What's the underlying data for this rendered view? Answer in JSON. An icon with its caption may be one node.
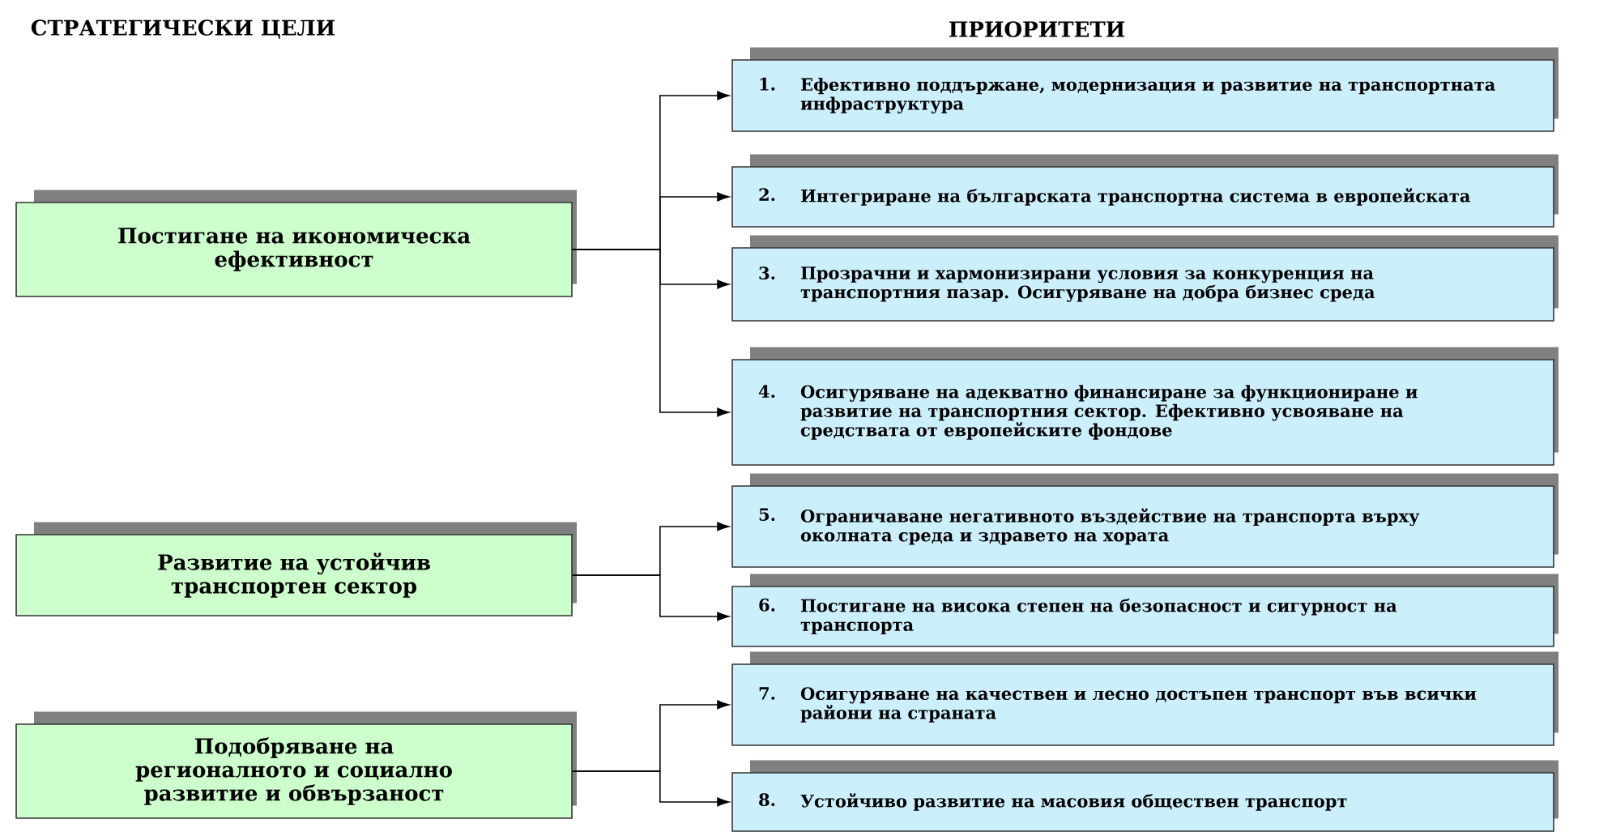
{
  "diagram": {
    "nodes": [
      {
        "text": [
          "Постигане на икономическа ефективност"
        ]
      },
      {
        "text": [
          "1.",
          "Ефективно поддържане, модернизация и развитие на транспортната инфраструктура"
        ]
      },
      {
        "text": [
          "2.",
          "Интегриране на българската транспортна система в европейската"
        ]
      },
      {
        "text": [
          "3.",
          "Прозрачни и хармонизирани условия за конкуренция на транспортния пазар. Осигуряване на добра бизнес среда"
        ]
      },
      {
        "text": [
          "4.",
          "Осигуряване на адекватно финансиране за функциониране и развитие на транспортния сектор. Ефективно усвояване на средствата от европейските фондове"
        ]
      },
      {
        "text": [
          "Развитие на устойчив транспортен сектор"
        ]
      },
      {
        "text": [
          "5.",
          "Ограничаване негативното въздействие на транспорта върху околната среда и здравето на хората"
        ]
      },
      {
        "text": [
          "6.",
          "Постигане на висока степен на безопасност и сигурност на транспорта"
        ]
      },
      {
        "text": [
          "Подобряване на регионалното и социално развитие и обвързаност"
        ]
      },
      {
        "text": [
          "7.",
          "Осигуряване на качествен и лесно достъпен транспорт във всички райони на страната"
        ]
      },
      {
        "text": [
          "8.",
          "Устойчиво развитие на масовия обществен транспорт"
        ]
      }
    ],
    "edges": [
      {
        "from": 0,
        "to": 1,
        "arrow": "to"
      },
      {
        "from": 0,
        "to": 2,
        "arrow": "to"
      },
      {
        "from": 0,
        "to": 3,
        "arrow": "to"
      },
      {
        "from": 0,
        "to": 4,
        "arrow": "to"
      },
      {
        "from": 5,
        "to": 6,
        "arrow": "to"
      },
      {
        "from": 5,
        "to": 7,
        "arrow": "to"
      },
      {
        "from": 8,
        "to": 9,
        "arrow": "to"
      },
      {
        "from": 8,
        "to": 10,
        "arrow": "to"
      }
    ],
    "labels": [
      "СТРАТЕГИЧЕСКИ ЦЕЛИ",
      "ПРИОРИТЕТИ"
    ]
  }
}
